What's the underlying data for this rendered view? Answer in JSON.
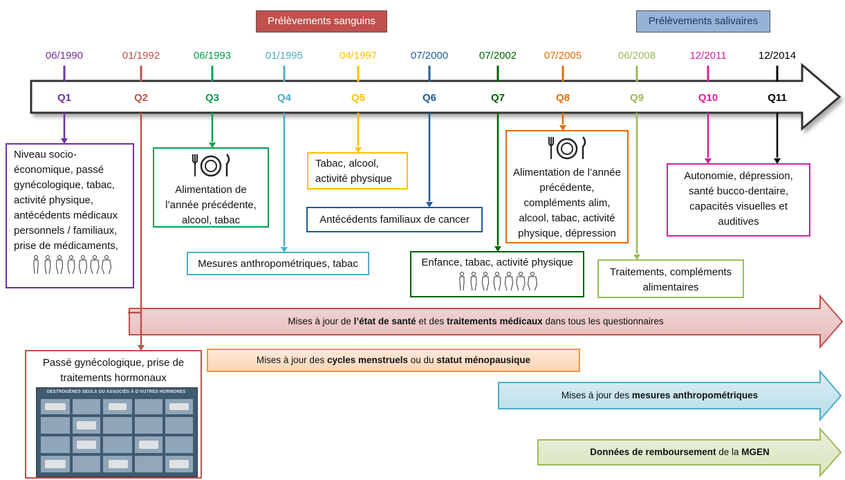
{
  "header": {
    "blood_label": "Prélèvements sanguins",
    "saliva_label": "Prélèvements salivaires",
    "blood_color": "#c0504d",
    "saliva_color": "#95b3d7"
  },
  "timeline": [
    {
      "date": "06/1990",
      "q": "Q1",
      "color": "#7030a0"
    },
    {
      "date": "01/1992",
      "q": "Q2",
      "color": "#c0504d"
    },
    {
      "date": "06/1993",
      "q": "Q3",
      "color": "#00a050"
    },
    {
      "date": "01/1995",
      "q": "Q4",
      "color": "#4bacc6"
    },
    {
      "date": "04/1997",
      "q": "Q5",
      "color": "#ffc000"
    },
    {
      "date": "07/2000",
      "q": "Q6",
      "color": "#1f5c99"
    },
    {
      "date": "07/2002",
      "q": "Q7",
      "color": "#006400"
    },
    {
      "date": "07/2005",
      "q": "Q8",
      "color": "#e36c09"
    },
    {
      "date": "06/2008",
      "q": "Q9",
      "color": "#9bbb59"
    },
    {
      "date": "12/2011",
      "q": "Q10",
      "color": "#d31f9b"
    },
    {
      "date": "12/2014",
      "q": "Q11",
      "color": "#000000"
    }
  ],
  "boxes": {
    "q1": "Niveau socio-économique, passé gynécologique, tabac, activité physique, antécédents médicaux personnels / familiaux, prise de médicaments,",
    "q3": "Alimentation de l’année précédente, alcool, tabac",
    "q4": "Mesures anthropométriques, tabac",
    "q5": "Tabac, alcool, activité physique",
    "q6": "Antécédents familiaux de cancer",
    "q7": "Enfance, tabac, activité physique",
    "q8": "Alimentation de l’année précédente, compléments alim, alcool, tabac, activité physique, dépression",
    "q9": "Traitements, compléments alimentaires",
    "q10": "Autonomie, dépression, santé bucco-dentaire, capacités visuelles et auditives",
    "q2": "Passé gynécologique, prise de traitements hormonaux"
  },
  "mosaic_title": "OESTROGÈNES SEULS OU ASSOCIÉS À D’AUTRES HORMONES",
  "bands": {
    "health": {
      "pre": "Mises à jour de ",
      "b1": "l’état de santé",
      "mid": " et des ",
      "b2": "traitements médicaux",
      "post": " dans tous les questionnaires"
    },
    "menses": {
      "pre": "Mises à jour des ",
      "b1": "cycles menstruels",
      "mid": " ou du ",
      "b2": "statut ménopausique"
    },
    "anthro": {
      "pre": "Mises à jour des ",
      "b1": "mesures anthropométriques"
    },
    "mgen": {
      "b1": "Données de remboursement",
      "mid": " de la ",
      "b2": "MGEN"
    }
  }
}
